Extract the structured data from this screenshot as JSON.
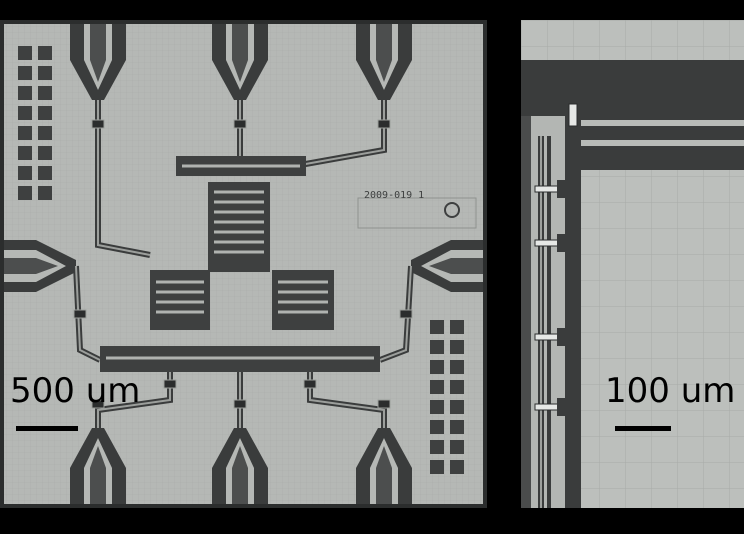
{
  "image": {
    "description_panels": [
      "chip-overview",
      "chip-zoom"
    ],
    "colors": {
      "background": "#000000",
      "ground_plane": "#b3b6b3",
      "ground_light": "#c2c5c2",
      "substrate": "#4a4c4c",
      "trace": "#2f3131",
      "pad": "#3a3c3c"
    }
  },
  "left_panel": {
    "scale_label": "500 um",
    "chip_id": "2009-019 1"
  },
  "right_panel": {
    "scale_label": "100 um"
  }
}
